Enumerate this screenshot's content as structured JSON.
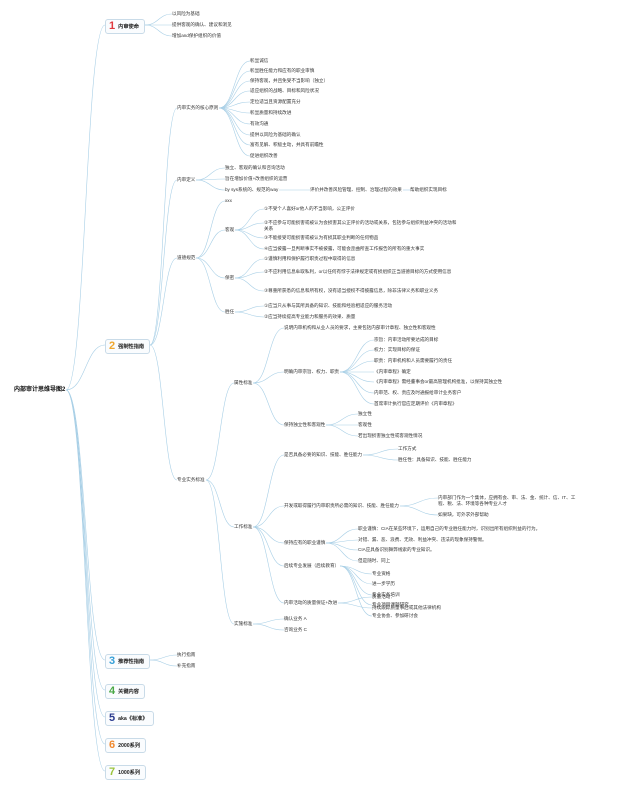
{
  "root": {
    "label": "内部审计思维导图2"
  },
  "branches": [
    {
      "num": "1",
      "label": "内审使命",
      "color": "#e0393e",
      "children": [
        {
          "label": "以风险为基础"
        },
        {
          "label": "提供客观的确认、建议和洞见"
        },
        {
          "label": "增加and保护组织的价值"
        }
      ]
    },
    {
      "num": "2",
      "label": "强制性指南",
      "color": "#f0a830",
      "children": [
        {
          "label": "内审实务的核心原则",
          "children": [
            {
              "label": "彰显诚信"
            },
            {
              "label": "彰显胜任能力和应有的职业审慎"
            },
            {
              "label": "保持客观，并且免受不当影响（独立）"
            },
            {
              "label": "适应组织的战略、目标和风险状况"
            },
            {
              "label": "定位适当且资源配置充分"
            },
            {
              "label": "彰显质量和持续改进"
            },
            {
              "label": "有效沟通"
            },
            {
              "label": "提供以风险为基础的确认"
            },
            {
              "label": "富有见解、积极主动，并具有前瞻性"
            },
            {
              "label": "促进组织改善"
            }
          ]
        },
        {
          "label": "内审定义",
          "children": [
            {
              "label": "独立、客观的确认和咨询活动"
            },
            {
              "label": "旨在增加价值+改善组织的运营"
            },
            {
              "label": "by sys系统的、规范的way",
              "children": [
                {
                  "label": "评价并改善风险管理、控制、治理过程的效果",
                  "children": [
                    {
                      "label": "帮助组织实现目标"
                    }
                  ]
                }
              ]
            }
          ]
        },
        {
          "label": "道德规范",
          "children": [
            {
              "label": "xxx"
            },
            {
              "label": "客观",
              "children": [
                {
                  "label": "①不受个人喜好or他人的不当影响，公正评价"
                },
                {
                  "label": "②不应参与可能损害或被认为会损害其公正评价的活动或关系，包括参与组织利益冲突的活动和关系"
                },
                {
                  "label": "③不能接受可能损害或被认为有损其职业判断的任何物品"
                },
                {
                  "label": "④应当披露一旦判断事实不被披露，可能会歪曲所查工作报告的所有的重大事实"
                }
              ]
            },
            {
              "label": "保密",
              "children": [
                {
                  "label": "①谨慎利用和保护履行职责过程中取得的信息"
                },
                {
                  "label": "②不应利用信息牟取私利，or以任何有悖于法律规定或有损组织正当道德目标的方式使用信息"
                },
                {
                  "label": "③尊重所获悉的信息和所有权，没有适当授权不得披露信息，除非法律义务和职业义务"
                }
              ]
            },
            {
              "label": "胜任",
              "children": [
                {
                  "label": "①应当只从事与其所具备的知识、技能和经验相适应的服务活动"
                },
                {
                  "label": "②应当持续提高专业能力和服务的效果、质量"
                }
              ]
            }
          ]
        },
        {
          "label": "专业实务标准",
          "children": [
            {
              "label": "属性标准",
              "children": [
                {
                  "label": "说明内审机构和从业人员的要求，主要包括内部审计章程、独立性和客观性"
                },
                {
                  "label": "明确内审宗旨、权力、职责",
                  "children": [
                    {
                      "label": "宗旨：内审活动所要达成的目标"
                    },
                    {
                      "label": "权力：实现目标的保证"
                    },
                    {
                      "label": "职责：内审机构和人员需要履行的责任"
                    },
                    {
                      "label": "《内审章程》确定"
                    },
                    {
                      "label": "《内审章程》需经董事会or最高管理机构批准，以保持其独立性"
                    },
                    {
                      "label": "内审范、权、责应及时通报给审计业务客户"
                    },
                    {
                      "label": "首席审计执行官应定期评价《内审章程》"
                    }
                  ]
                },
                {
                  "label": "保持独立性和客观性",
                  "children": [
                    {
                      "label": "独立性"
                    },
                    {
                      "label": "客观性"
                    },
                    {
                      "label": "若出现损害独立性或客观性情况"
                    }
                  ]
                }
              ]
            },
            {
              "label": "工作标准",
              "children": [
                {
                  "label": "是否具备必要的知识、技能、胜任能力",
                  "children": [
                    {
                      "label": "工作方式"
                    },
                    {
                      "label": "胜任性：具备知识、技能、胜任能力"
                    }
                  ]
                },
                {
                  "label": "开发或取得履行内审职责所必需的知识、技能、胜任能力",
                  "children": [
                    {
                      "label": "内审部门作为一个集体，应拥有会、审、法、金、统计、信、IT、工程、税、法、环境等各种专业人才"
                    },
                    {
                      "label": "如果缺，可外求外部帮助"
                    }
                  ]
                },
                {
                  "label": "保持应有的职业谨慎",
                  "children": [
                    {
                      "label": "职业谨慎：CIA在某些环境下，运用自己的专业胜任能力时，识别出所有组织利益的行为。"
                    },
                    {
                      "label": "对错、漏、恶、浪费、无效、利益冲突、违法的现象保持警惕。"
                    },
                    {
                      "label": "CIA应具备识别舞弊线索的专业知识。"
                    },
                    {
                      "label": "但是随时、同上"
                    }
                  ]
                },
                {
                  "label": "后续专业发展（后续教育）",
                  "children": [
                    {
                      "label": "专业资格"
                    },
                    {
                      "label": "进一步学历"
                    },
                    {
                      "label": "专业实务培训"
                    },
                    {
                      "label": "专业项目课题研究"
                    },
                    {
                      "label": "专业协会、参加研讨会"
                    }
                  ]
                },
                {
                  "label": "内审活动的质量保证+改进",
                  "children": [
                    {
                      "label": "质量活动："
                    },
                    {
                      "label": "持续跟踪质量事后或其他法律机构"
                    }
                  ]
                }
              ]
            },
            {
              "label": "实施标准",
              "children": [
                {
                  "label": "确认业务 A"
                },
                {
                  "label": "咨询业务 C"
                }
              ]
            }
          ]
        }
      ]
    },
    {
      "num": "3",
      "label": "推荐性指南",
      "color": "#37a0d8",
      "children": [
        {
          "label": "执行指南"
        },
        {
          "label": "补充指南"
        }
      ]
    },
    {
      "num": "4",
      "label": "关键内容",
      "color": "#4aa846",
      "children": []
    },
    {
      "num": "5",
      "label": "aka《标准》",
      "color": "#2a3b8f",
      "children": []
    },
    {
      "num": "6",
      "label": "2000系列",
      "color": "#f08a30",
      "children": []
    },
    {
      "num": "7",
      "label": "1000系列",
      "color": "#9bc43c",
      "children": []
    }
  ],
  "line_color": "#a8cfe6"
}
